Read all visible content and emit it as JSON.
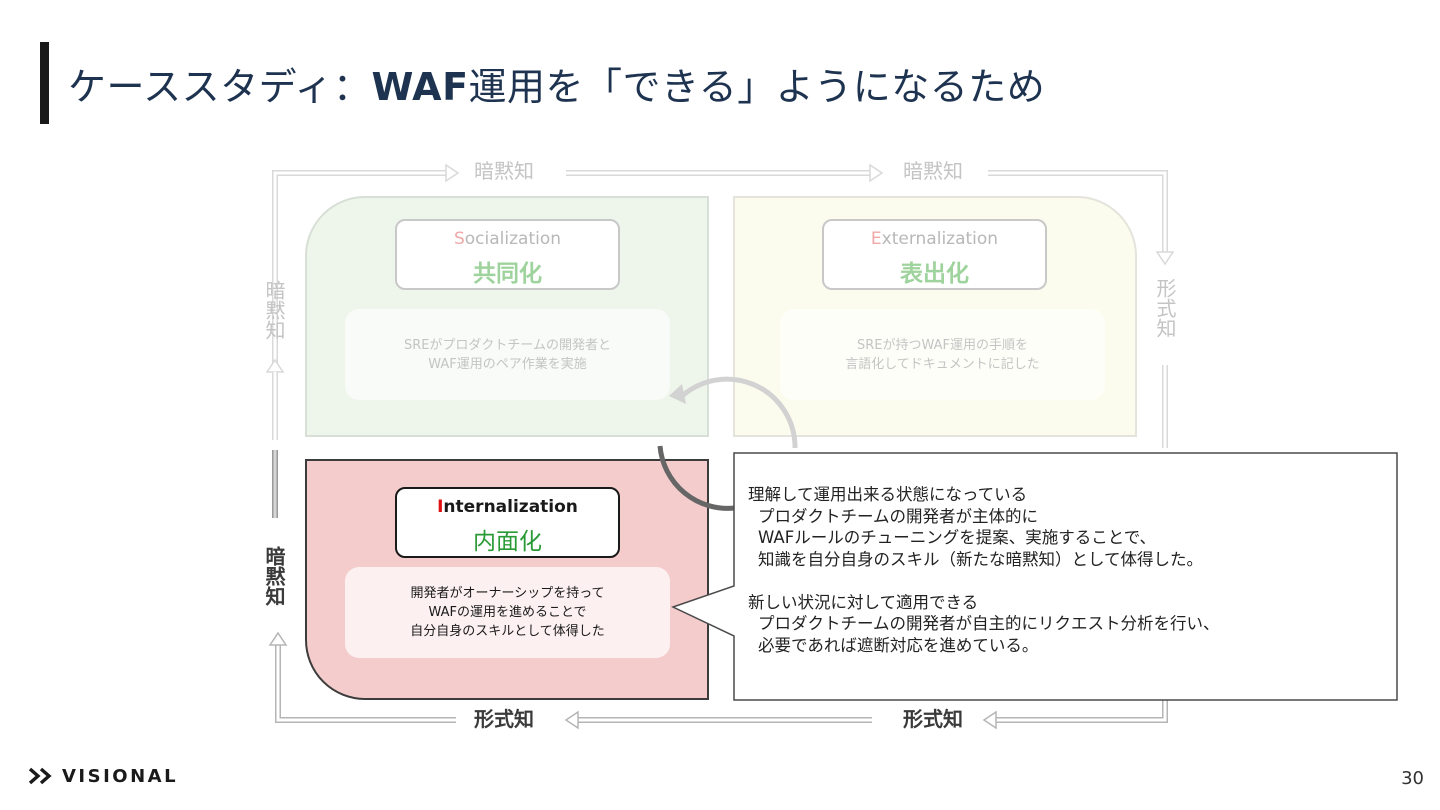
{
  "title": {
    "part1": "ケーススタディ：",
    "part2": "WAF",
    "part3": "運用を「できる」ようになるため"
  },
  "flow_labels": {
    "top_left": "暗黙知",
    "top_right": "暗黙知",
    "left_upper": "暗黙知",
    "left_lower": "暗黙知",
    "right_upper": "形式知",
    "bottom_left": "形式知",
    "bottom_right": "形式知"
  },
  "quadrants": {
    "socialization": {
      "initial": "S",
      "rest": "ocialization",
      "jp": "共同化",
      "desc": [
        "SREがプロダクトチームの開発者と",
        "WAF運用のペア作業を実施"
      ]
    },
    "externalization": {
      "initial": "E",
      "rest": "xternalization",
      "jp": "表出化",
      "desc": [
        "SREが持つWAF運用の手順を",
        "言語化してドキュメントに記した"
      ]
    },
    "internalization": {
      "initial": "I",
      "rest": "nternalization",
      "jp": "内面化",
      "desc": [
        "開発者がオーナーシップを持って",
        "WAFの運用を進めることで",
        "自分自身のスキルとして体得した"
      ]
    }
  },
  "callout": {
    "heading1": "理解して運用出来る状態になっている",
    "lines1": [
      "プロダクトチームの開発者が主体的に",
      "WAFルールのチューニングを提案、実施することで、",
      "知識を自分自身のスキル（新たな暗黙知）として体得した。"
    ],
    "heading2": "新しい状況に対して適用できる",
    "lines2": [
      "プロダクトチームの開発者が自主的にリクエスト分析を行い、",
      "必要であれば遮断対応を進めている。"
    ]
  },
  "footer": {
    "logo": "VISIONAL",
    "page": "30"
  },
  "colors": {
    "title": "#1e3350",
    "socialization_bg": "#eef6ec",
    "externalization_bg": "#fcfcee",
    "internalization_bg": "#f4cccc",
    "accent_red": "#e01010",
    "accent_green": "#2a9a35"
  }
}
